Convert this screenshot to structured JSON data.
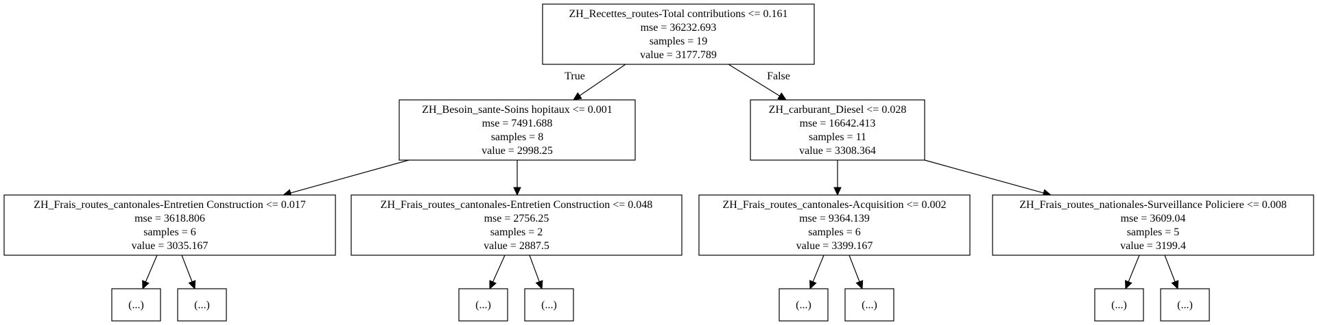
{
  "nodes": [
    {
      "id": "root",
      "lines": [
        "ZH_Recettes_routes-Total contributions <= 0.161",
        "mse = 36232.693",
        "samples = 19",
        "value = 3177.789"
      ]
    },
    {
      "id": "n1",
      "lines": [
        "ZH_Besoin_sante-Soins hopitaux <= 0.001",
        "mse = 7491.688",
        "samples = 8",
        "value = 2998.25"
      ]
    },
    {
      "id": "n2",
      "lines": [
        "ZH_carburant_Diesel <= 0.028",
        "mse = 16642.413",
        "samples = 11",
        "value = 3308.364"
      ]
    },
    {
      "id": "n3",
      "lines": [
        "ZH_Frais_routes_cantonales-Entretien Construction <= 0.017",
        "mse = 3618.806",
        "samples = 6",
        "value = 3035.167"
      ]
    },
    {
      "id": "n4",
      "lines": [
        "ZH_Frais_routes_cantonales-Entretien Construction <= 0.048",
        "mse = 2756.25",
        "samples = 2",
        "value = 2887.5"
      ]
    },
    {
      "id": "n5",
      "lines": [
        "ZH_Frais_routes_cantonales-Acquisition <= 0.002",
        "mse = 9364.139",
        "samples = 6",
        "value = 3399.167"
      ]
    },
    {
      "id": "n6",
      "lines": [
        "ZH_Frais_routes_nationales-Surveillance Policiere <= 0.008",
        "mse = 3609.04",
        "samples = 5",
        "value = 3199.4"
      ]
    },
    {
      "id": "t1",
      "lines": [
        "(...)"
      ]
    },
    {
      "id": "t2",
      "lines": [
        "(...)"
      ]
    },
    {
      "id": "t3",
      "lines": [
        "(...)"
      ]
    },
    {
      "id": "t4",
      "lines": [
        "(...)"
      ]
    },
    {
      "id": "t5",
      "lines": [
        "(...)"
      ]
    },
    {
      "id": "t6",
      "lines": [
        "(...)"
      ]
    },
    {
      "id": "t7",
      "lines": [
        "(...)"
      ]
    },
    {
      "id": "t8",
      "lines": [
        "(...)"
      ]
    }
  ],
  "edges": [
    {
      "from": "root",
      "to": "n1",
      "label": "True"
    },
    {
      "from": "root",
      "to": "n2",
      "label": "False"
    },
    {
      "from": "n1",
      "to": "n3",
      "label": ""
    },
    {
      "from": "n1",
      "to": "n4",
      "label": ""
    },
    {
      "from": "n2",
      "to": "n5",
      "label": ""
    },
    {
      "from": "n2",
      "to": "n6",
      "label": ""
    },
    {
      "from": "n3",
      "to": "t1",
      "label": ""
    },
    {
      "from": "n3",
      "to": "t2",
      "label": ""
    },
    {
      "from": "n4",
      "to": "t3",
      "label": ""
    },
    {
      "from": "n4",
      "to": "t4",
      "label": ""
    },
    {
      "from": "n5",
      "to": "t5",
      "label": ""
    },
    {
      "from": "n5",
      "to": "t6",
      "label": ""
    },
    {
      "from": "n6",
      "to": "t7",
      "label": ""
    },
    {
      "from": "n6",
      "to": "t8",
      "label": ""
    }
  ]
}
